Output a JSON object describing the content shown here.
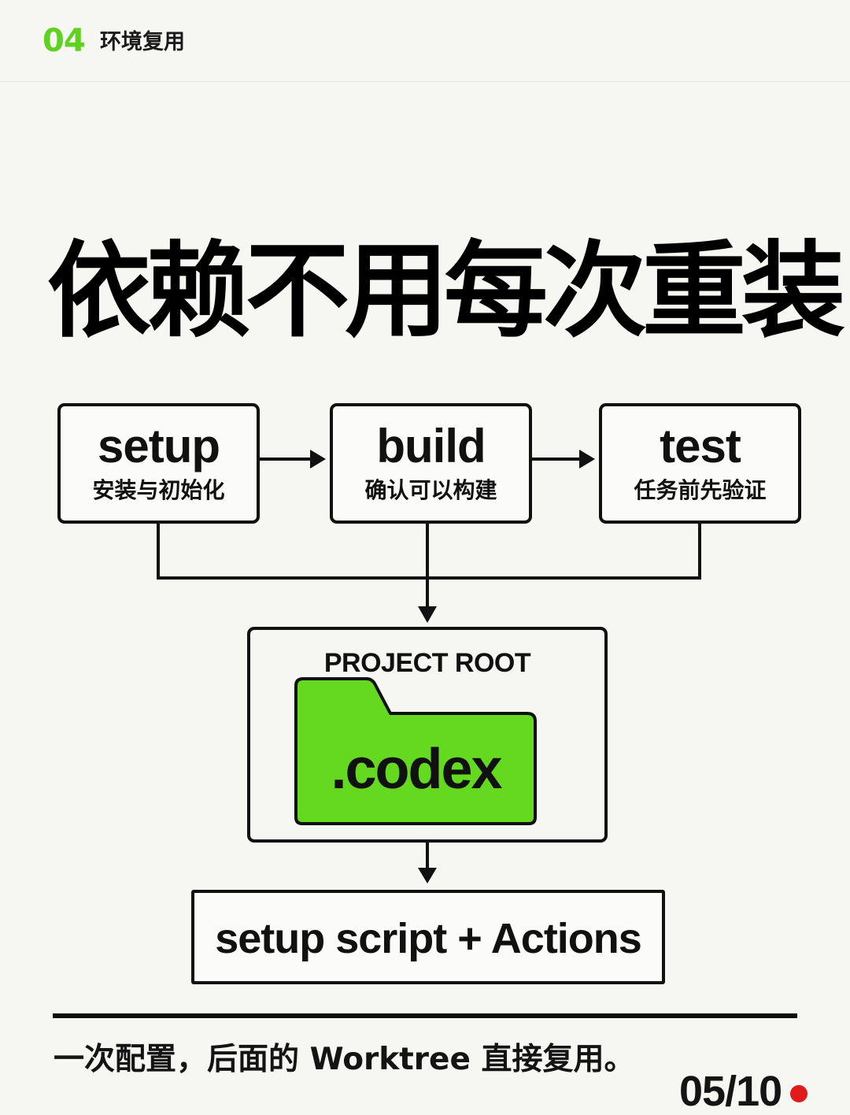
{
  "header": {
    "section_number": "04",
    "section_title": "环境复用"
  },
  "headline": "依赖不用每次重装",
  "steps": [
    {
      "title": "setup",
      "subtitle": "安装与初始化"
    },
    {
      "title": "build",
      "subtitle": "确认可以构建"
    },
    {
      "title": "test",
      "subtitle": "任务前先验证"
    }
  ],
  "project_root": {
    "label": "PROJECT ROOT",
    "folder_name": ".codex",
    "folder_color": "#65d91f"
  },
  "setup_script": {
    "label": "setup script + Actions"
  },
  "footer": {
    "text": "一次配置，后面的 Worktree 直接复用。",
    "page_counter": "05/10"
  },
  "colors": {
    "accent_green": "#5fd11f",
    "dot_red": "#e01b1b"
  }
}
